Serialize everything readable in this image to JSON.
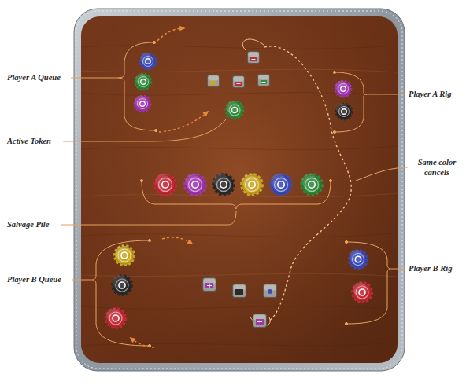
{
  "diagram": {
    "labels": [
      "Player A Queue",
      "Active Token",
      "Salvage Pile",
      "Player B Queue",
      "Player A Rig",
      "Same color cancels",
      "Player B Rig"
    ]
  }
}
